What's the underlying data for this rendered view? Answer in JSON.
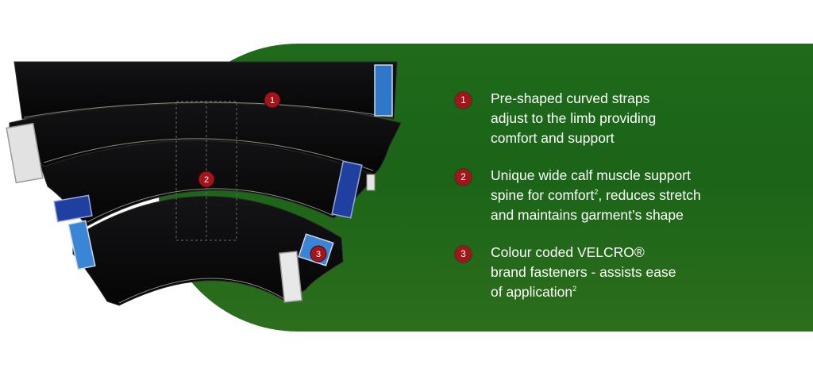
{
  "markers": {
    "one": "1",
    "two": "2",
    "three": "3"
  },
  "features": [
    {
      "number": "1",
      "lines": [
        "Pre-shaped curved straps",
        "adjust to the limb providing",
        "comfort and support"
      ]
    },
    {
      "number": "2",
      "line1": "Unique wide calf muscle support",
      "line2_a": "spine for comfort",
      "line2_sup": "2",
      "line2_b": ", reduces stretch",
      "line3": "and maintains garment’s shape"
    },
    {
      "number": "3",
      "line1": "Colour coded VELCRO®",
      "line2": "brand fasteners - assists ease",
      "line3_a": "of application",
      "line3_sup": "2"
    }
  ],
  "colors": {
    "panel_green": "#1f6a1b",
    "badge_red": "#a3141b",
    "garment_black": "#0b0b0c",
    "strap_blue": "#2f77c9",
    "strap_navy": "#1f3fa1",
    "strap_white": "#e8e8e8"
  }
}
